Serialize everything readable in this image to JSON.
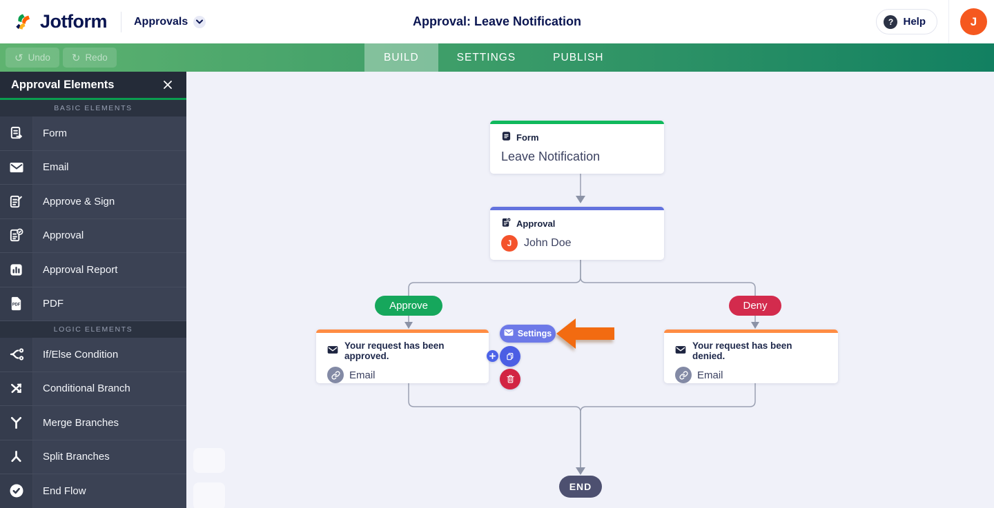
{
  "header": {
    "logo_text": "Jotform",
    "product_switcher": "Approvals",
    "title": "Approval: Leave Notification",
    "help_label": "Help",
    "help_icon_glyph": "?",
    "avatar_initial": "J"
  },
  "toolbar": {
    "undo_label": "Undo",
    "redo_label": "Redo",
    "undo_glyph": "↺",
    "redo_glyph": "↻",
    "tabs": [
      {
        "label": "BUILD",
        "active": true
      },
      {
        "label": "SETTINGS",
        "active": false
      },
      {
        "label": "PUBLISH",
        "active": false
      }
    ]
  },
  "sidebar": {
    "title": "Approval Elements",
    "sections": [
      {
        "label": "BASIC ELEMENTS",
        "items": [
          {
            "label": "Form"
          },
          {
            "label": "Email"
          },
          {
            "label": "Approve & Sign"
          },
          {
            "label": "Approval"
          },
          {
            "label": "Approval Report"
          },
          {
            "label": "PDF"
          }
        ]
      },
      {
        "label": "LOGIC ELEMENTS",
        "items": [
          {
            "label": "If/Else Condition"
          },
          {
            "label": "Conditional Branch"
          },
          {
            "label": "Merge Branches"
          },
          {
            "label": "Split Branches"
          },
          {
            "label": "End Flow"
          }
        ]
      }
    ]
  },
  "canvas": {
    "form_node": {
      "type_label": "Form",
      "title": "Leave Notification"
    },
    "approval_node": {
      "type_label": "Approval",
      "assignee": "John Doe",
      "avatar_initial": "J"
    },
    "branches": {
      "approve_label": "Approve",
      "deny_label": "Deny"
    },
    "approved_email_node": {
      "subject": "Your request has been approved.",
      "type_label": "Email"
    },
    "denied_email_node": {
      "subject": "Your request has been denied.",
      "type_label": "Email"
    },
    "node_actions": {
      "settings_label": "Settings"
    },
    "end_label": "END"
  },
  "colors": {
    "brand_navy": "#0a1551",
    "toolbar_green_left": "#5fb370",
    "toolbar_green_right": "#128061",
    "sidebar_bg": "#3b4254",
    "accent_green": "#10b95c",
    "accent_blue": "#6372de",
    "accent_orange": "#ff8d44",
    "approve_green": "#16a75c",
    "deny_red": "#d32b4d",
    "avatar_orange": "#f5581f",
    "end_slate": "#4d5070",
    "action_blue": "#4b5ee4",
    "action_red": "#d22443",
    "annotation_orange": "#f26b11"
  }
}
